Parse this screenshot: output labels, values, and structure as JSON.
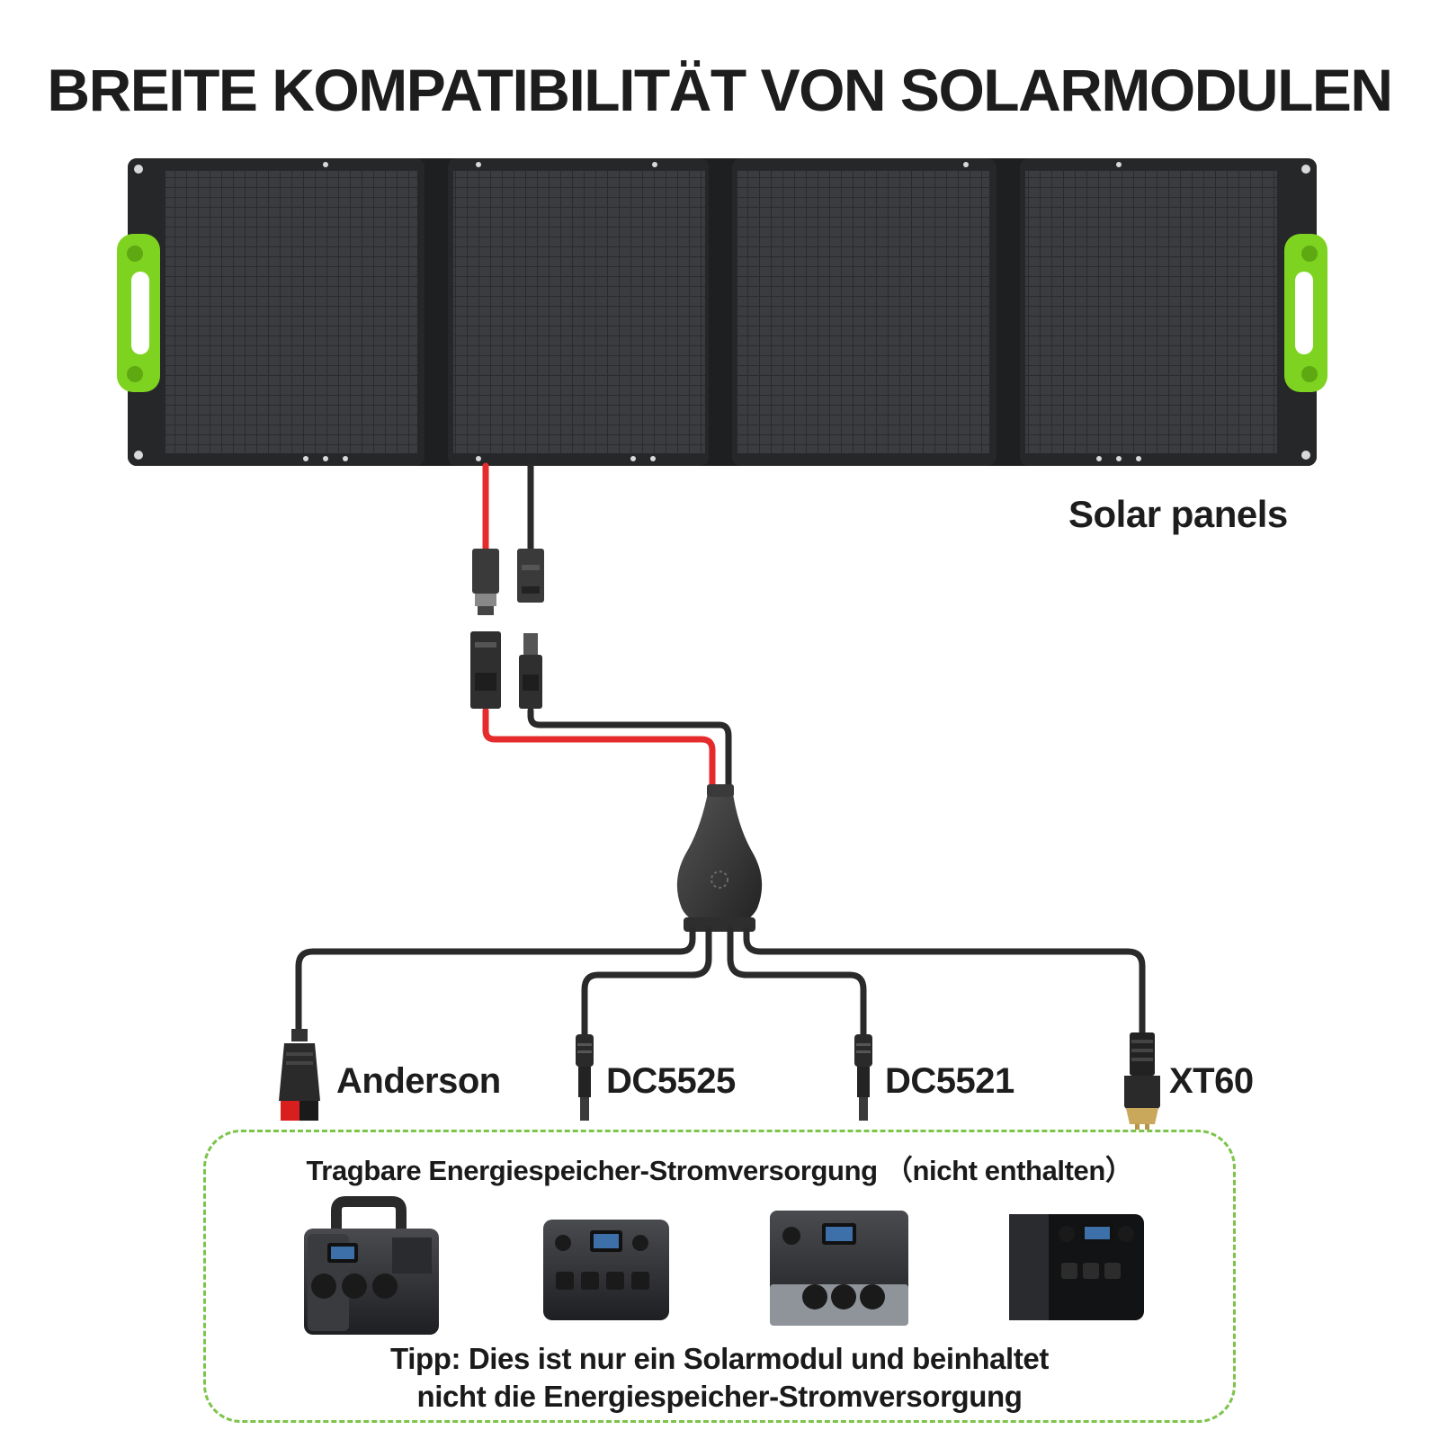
{
  "title": "BREITE KOMPATIBILITÄT VON SOLARMODULEN",
  "solar_label": "Solar panels",
  "connectors": [
    {
      "label": "Anderson",
      "icon": "anderson-connector-icon"
    },
    {
      "label": "DC5525",
      "icon": "dc-barrel-connector-icon"
    },
    {
      "label": "DC5521",
      "icon": "dc-barrel-connector-icon"
    },
    {
      "label": "XT60",
      "icon": "xt60-connector-icon"
    }
  ],
  "box": {
    "title": "Tragbare Energiespeicher-Stromversorgung （nicht enthalten）",
    "tip_line1": "Tipp: Dies ist nur ein Solarmodul und beinhaltet",
    "tip_line2": "nicht die Energiespeicher-Stromversorgung"
  },
  "colors": {
    "panel": "#262729",
    "handle": "#7ed321",
    "cable_red": "#e52b2b",
    "cable_black": "#2a2a2a",
    "dashed_border": "#7cc44a",
    "anderson_red": "#d91e1e",
    "xt60_gold": "#c9a85c"
  }
}
